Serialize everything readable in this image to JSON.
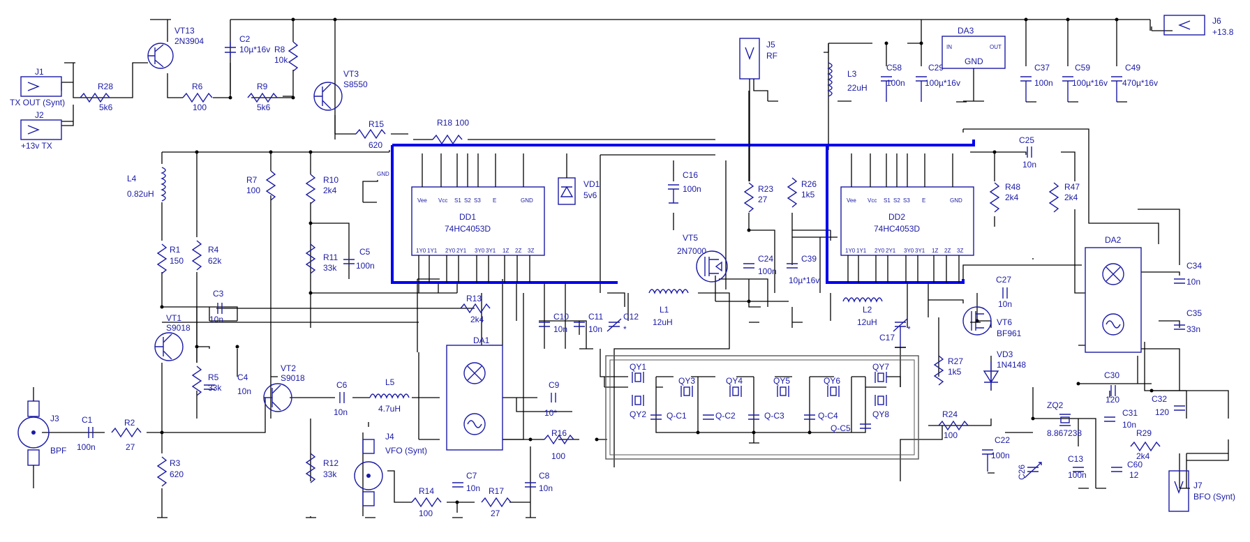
{
  "components": {
    "j1": {
      "ref": "J1",
      "value": "TX OUT (Synt)"
    },
    "j2": {
      "ref": "J2",
      "value": "+13v TX"
    },
    "j3": {
      "ref": "J3",
      "value": "BPF"
    },
    "j4": {
      "ref": "J4",
      "value": "VFO (Synt)"
    },
    "j5": {
      "ref": "J5",
      "value": "RF"
    },
    "j6": {
      "ref": "J6",
      "value": "+13.8"
    },
    "j7": {
      "ref": "J7",
      "value": "BFO (Synt)"
    },
    "r28": {
      "ref": "R28",
      "value": "5k6"
    },
    "r6": {
      "ref": "R6",
      "value": "100"
    },
    "r8": {
      "ref": "R8",
      "value": "10k"
    },
    "r9": {
      "ref": "R9",
      "value": "5k6"
    },
    "r15": {
      "ref": "R15",
      "value": "620"
    },
    "r18": {
      "ref": "R18",
      "value": "100"
    },
    "r7": {
      "ref": "R7",
      "value": "100"
    },
    "r10": {
      "ref": "R10",
      "value": "2k4"
    },
    "r11": {
      "ref": "R11",
      "value": "33k"
    },
    "r1": {
      "ref": "R1",
      "value": "150"
    },
    "r4": {
      "ref": "R4",
      "value": "62k"
    },
    "r5": {
      "ref": "R5",
      "value": "33k"
    },
    "r2": {
      "ref": "R2",
      "value": "27"
    },
    "r3": {
      "ref": "R3",
      "value": "620"
    },
    "r12": {
      "ref": "R12",
      "value": "33k"
    },
    "r13": {
      "ref": "R13",
      "value": "2k4"
    },
    "r14": {
      "ref": "R14",
      "value": "100"
    },
    "r17": {
      "ref": "R17",
      "value": "27"
    },
    "r16": {
      "ref": "R16",
      "value": "100"
    },
    "r23": {
      "ref": "R23",
      "value": "27"
    },
    "r26": {
      "ref": "R26",
      "value": "1k5"
    },
    "r48": {
      "ref": "R48",
      "value": "2k4"
    },
    "r47": {
      "ref": "R47",
      "value": "2k4"
    },
    "r27": {
      "ref": "R27",
      "value": "1k5"
    },
    "r24": {
      "ref": "R24",
      "value": "100"
    },
    "r29": {
      "ref": "R29",
      "value": "2k4"
    },
    "c2": {
      "ref": "C2",
      "value": "10µ*16v"
    },
    "c3": {
      "ref": "C3",
      "value": "10n"
    },
    "c4": {
      "ref": "C4",
      "value": "10n"
    },
    "c5": {
      "ref": "C5",
      "value": "100n"
    },
    "c1": {
      "ref": "C1",
      "value": "100n"
    },
    "c6": {
      "ref": "C6",
      "value": "10n"
    },
    "c7": {
      "ref": "C7",
      "value": "10n"
    },
    "c8": {
      "ref": "C8",
      "value": "10n"
    },
    "c9": {
      "ref": "C9",
      "value": "10*"
    },
    "c10": {
      "ref": "C10",
      "value": "10n"
    },
    "c11": {
      "ref": "C11",
      "value": "10n"
    },
    "c12": {
      "ref": "C12",
      "value": "*"
    },
    "c16": {
      "ref": "C16",
      "value": "100n"
    },
    "c24": {
      "ref": "C24",
      "value": "100n"
    },
    "c39": {
      "ref": "C39",
      "value": "10µ*16v"
    },
    "c17": {
      "ref": "C17",
      "value": "*"
    },
    "c58": {
      "ref": "C58",
      "value": "100n"
    },
    "c29": {
      "ref": "C29",
      "value": "100µ*16v"
    },
    "c37": {
      "ref": "C37",
      "value": "100n"
    },
    "c59": {
      "ref": "C59",
      "value": "100µ*16v"
    },
    "c49": {
      "ref": "C49",
      "value": "470µ*16v"
    },
    "c25": {
      "ref": "C25",
      "value": "10n"
    },
    "c27": {
      "ref": "C27",
      "value": "10n"
    },
    "c34": {
      "ref": "C34",
      "value": "10n"
    },
    "c35": {
      "ref": "C35",
      "value": "33n"
    },
    "c30": {
      "ref": "C30",
      "value": "120"
    },
    "c31": {
      "ref": "C31",
      "value": "10n"
    },
    "c32": {
      "ref": "C32",
      "value": "120"
    },
    "c22": {
      "ref": "C22",
      "value": "100n"
    },
    "c13": {
      "ref": "C13",
      "value": "100n"
    },
    "c60": {
      "ref": "C60",
      "value": "12"
    },
    "c26": {
      "ref": "C26",
      "value": ""
    },
    "l4": {
      "ref": "L4",
      "value": "0.82uH"
    },
    "l5": {
      "ref": "L5",
      "value": "4.7uH"
    },
    "l1": {
      "ref": "L1",
      "value": "12uH"
    },
    "l2": {
      "ref": "L2",
      "value": "12uH"
    },
    "l3": {
      "ref": "L3",
      "value": "22uH"
    },
    "vt13": {
      "ref": "VT13",
      "value": "2N3904"
    },
    "vt3": {
      "ref": "VT3",
      "value": "S8550"
    },
    "vt1": {
      "ref": "VT1",
      "value": "S9018"
    },
    "vt2": {
      "ref": "VT2",
      "value": "S9018"
    },
    "vt5": {
      "ref": "VT5",
      "value": "2N7000"
    },
    "vt6": {
      "ref": "VT6",
      "value": "BF961"
    },
    "vd1": {
      "ref": "VD1",
      "value": "5v6"
    },
    "vd3": {
      "ref": "VD3",
      "value": "1N4148"
    },
    "dd1": {
      "ref": "DD1",
      "value": "74HC4053D"
    },
    "dd2": {
      "ref": "DD2",
      "value": "74HC4053D"
    },
    "da1": {
      "ref": "DA1",
      "value": ""
    },
    "da2": {
      "ref": "DA2",
      "value": ""
    },
    "da3": {
      "ref": "DA3",
      "value": "GND",
      "pin_in": "IN",
      "pin_out": "OUT"
    },
    "zq2": {
      "ref": "ZQ2",
      "value": "8.867238"
    }
  },
  "crystal_filter": {
    "crystals": [
      "QY1",
      "QY2",
      "QY3",
      "QY4",
      "QY5",
      "QY6",
      "QY7",
      "QY8"
    ],
    "caps": [
      "Q-C1",
      "Q-C2",
      "Q-C3",
      "Q-C4",
      "Q-C5"
    ]
  },
  "ic_pins": {
    "top": [
      "Vee",
      "Vcc",
      "S1",
      "S2",
      "S3",
      "E",
      "GND"
    ],
    "bottom": [
      "1Y0",
      "1Y1",
      "2Y0",
      "2Y1",
      "3Y0",
      "3Y1",
      "1Z",
      "2Z",
      "3Z"
    ]
  },
  "net_labels": {
    "gnd": "GND"
  },
  "colors": {
    "wire": "#000000",
    "part": "#1a1aa6",
    "bus": "#0000ee"
  }
}
